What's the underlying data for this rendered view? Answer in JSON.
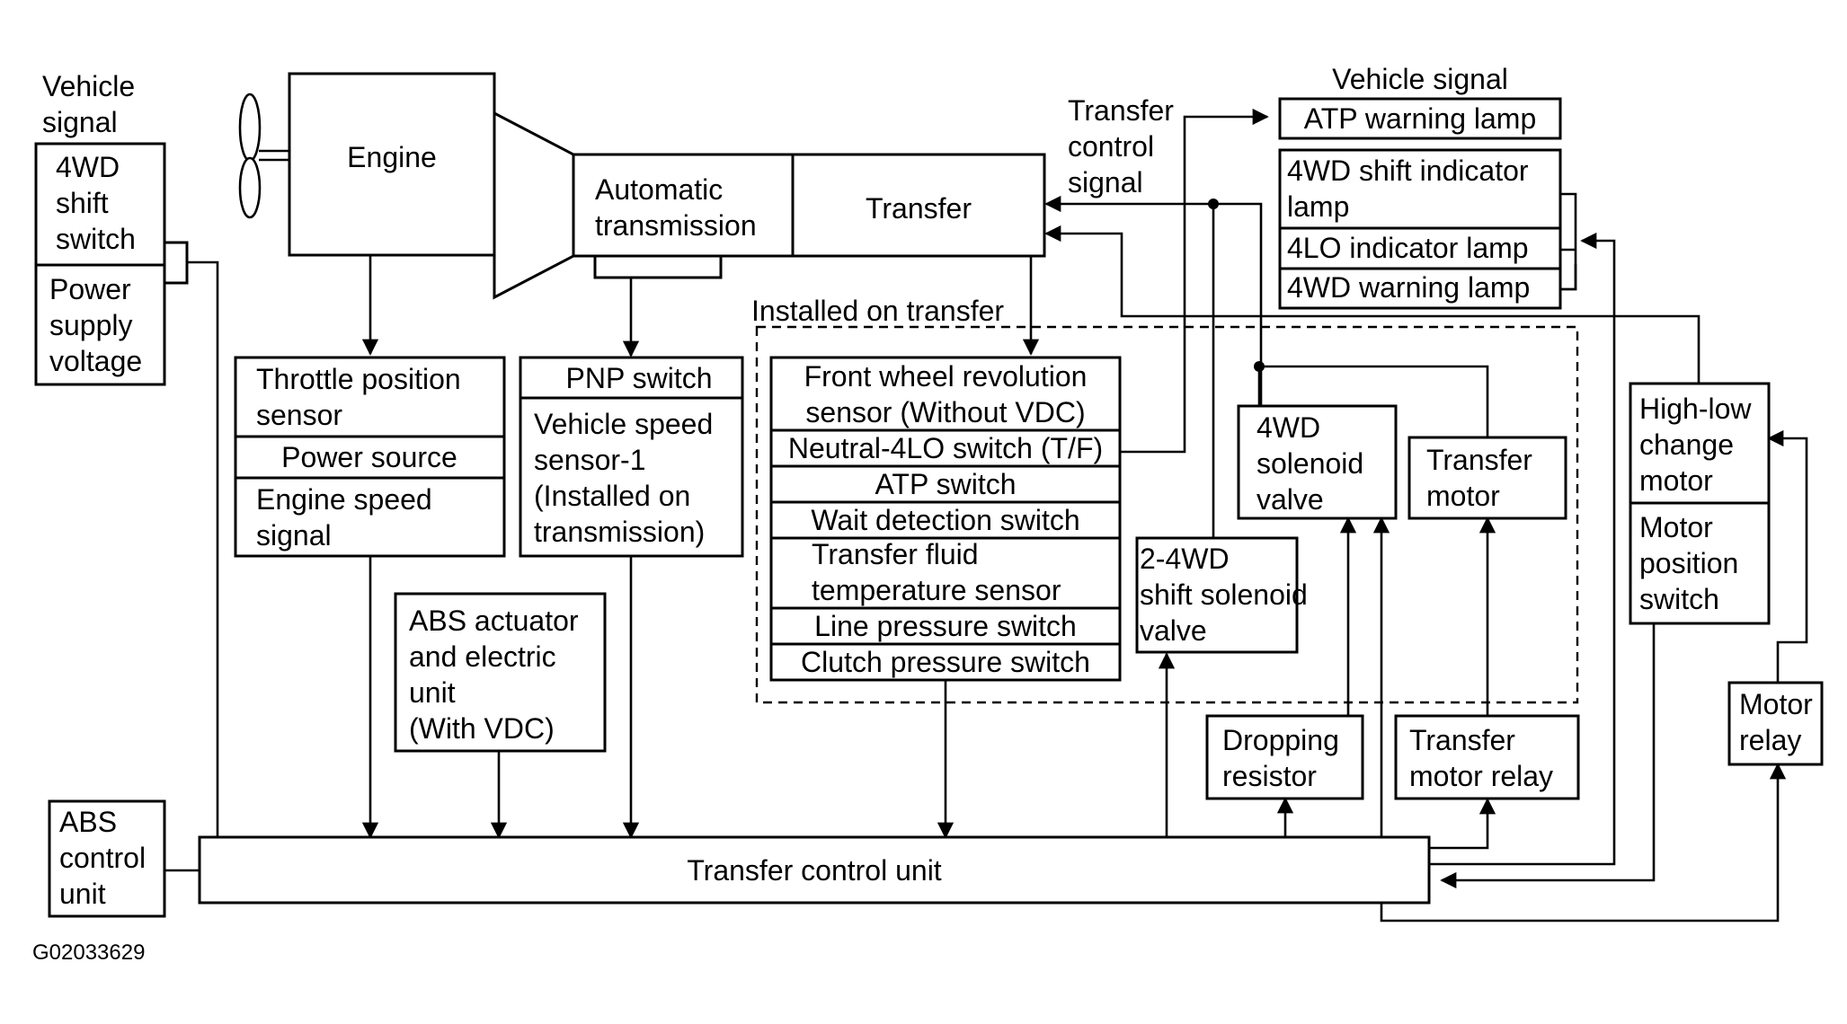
{
  "labels": {
    "vehicle_signal_left_1": "Vehicle",
    "vehicle_signal_left_2": "signal",
    "vehicle_signal_right": "Vehicle signal",
    "transfer_control_signal_1": "Transfer",
    "transfer_control_signal_2": "control",
    "transfer_control_signal_3": "signal",
    "installed_on_transfer": "Installed on transfer",
    "figure_code": "G02033629"
  },
  "boxes": {
    "shift_switch": [
      "4WD",
      "shift",
      "switch"
    ],
    "power_supply": [
      "Power",
      "supply",
      "voltage"
    ],
    "engine": "Engine",
    "automatic_transmission": [
      "Automatic",
      "transmission"
    ],
    "transfer": "Transfer",
    "throttle_sensor": [
      "Throttle position",
      "sensor"
    ],
    "power_source": "Power source",
    "engine_speed": [
      "Engine speed",
      "signal"
    ],
    "pnp_switch": "PNP switch",
    "vehicle_speed_sensor": [
      "Vehicle speed",
      "sensor-1",
      "(Installed on",
      "transmission)"
    ],
    "abs_actuator": [
      "ABS actuator",
      "and electric",
      "unit",
      "(With VDC)"
    ],
    "front_wheel_sensor": [
      "Front wheel revolution",
      "sensor (Without VDC)"
    ],
    "neutral_4lo": "Neutral-4LO switch (T/F)",
    "atp_switch": "ATP switch",
    "wait_detection": "Wait detection switch",
    "fluid_temp": [
      "Transfer fluid",
      "temperature sensor"
    ],
    "line_pressure": "Line pressure switch",
    "clutch_pressure": "Clutch pressure switch",
    "solenoid_4wd": [
      "4WD",
      "solenoid",
      "valve"
    ],
    "transfer_motor": [
      "Transfer",
      "motor"
    ],
    "solenoid_24wd": [
      "2-4WD",
      "shift solenoid",
      "valve"
    ],
    "atp_warning_lamp": "ATP warning lamp",
    "shift_indicator_lamp": [
      "4WD shift indicator",
      "lamp"
    ],
    "lo_indicator_lamp": "4LO indicator lamp",
    "warning_lamp_4wd": "4WD warning lamp",
    "high_low_motor": [
      "High-low",
      "change",
      "motor"
    ],
    "motor_position_switch": [
      "Motor",
      "position",
      "switch"
    ],
    "dropping_resistor": [
      "Dropping",
      "resistor"
    ],
    "transfer_motor_relay": [
      "Transfer",
      "motor relay"
    ],
    "motor_relay": [
      "Motor",
      "relay"
    ],
    "abs_control_unit": [
      "ABS",
      "control",
      "unit"
    ],
    "transfer_control_unit": "Transfer control unit"
  }
}
